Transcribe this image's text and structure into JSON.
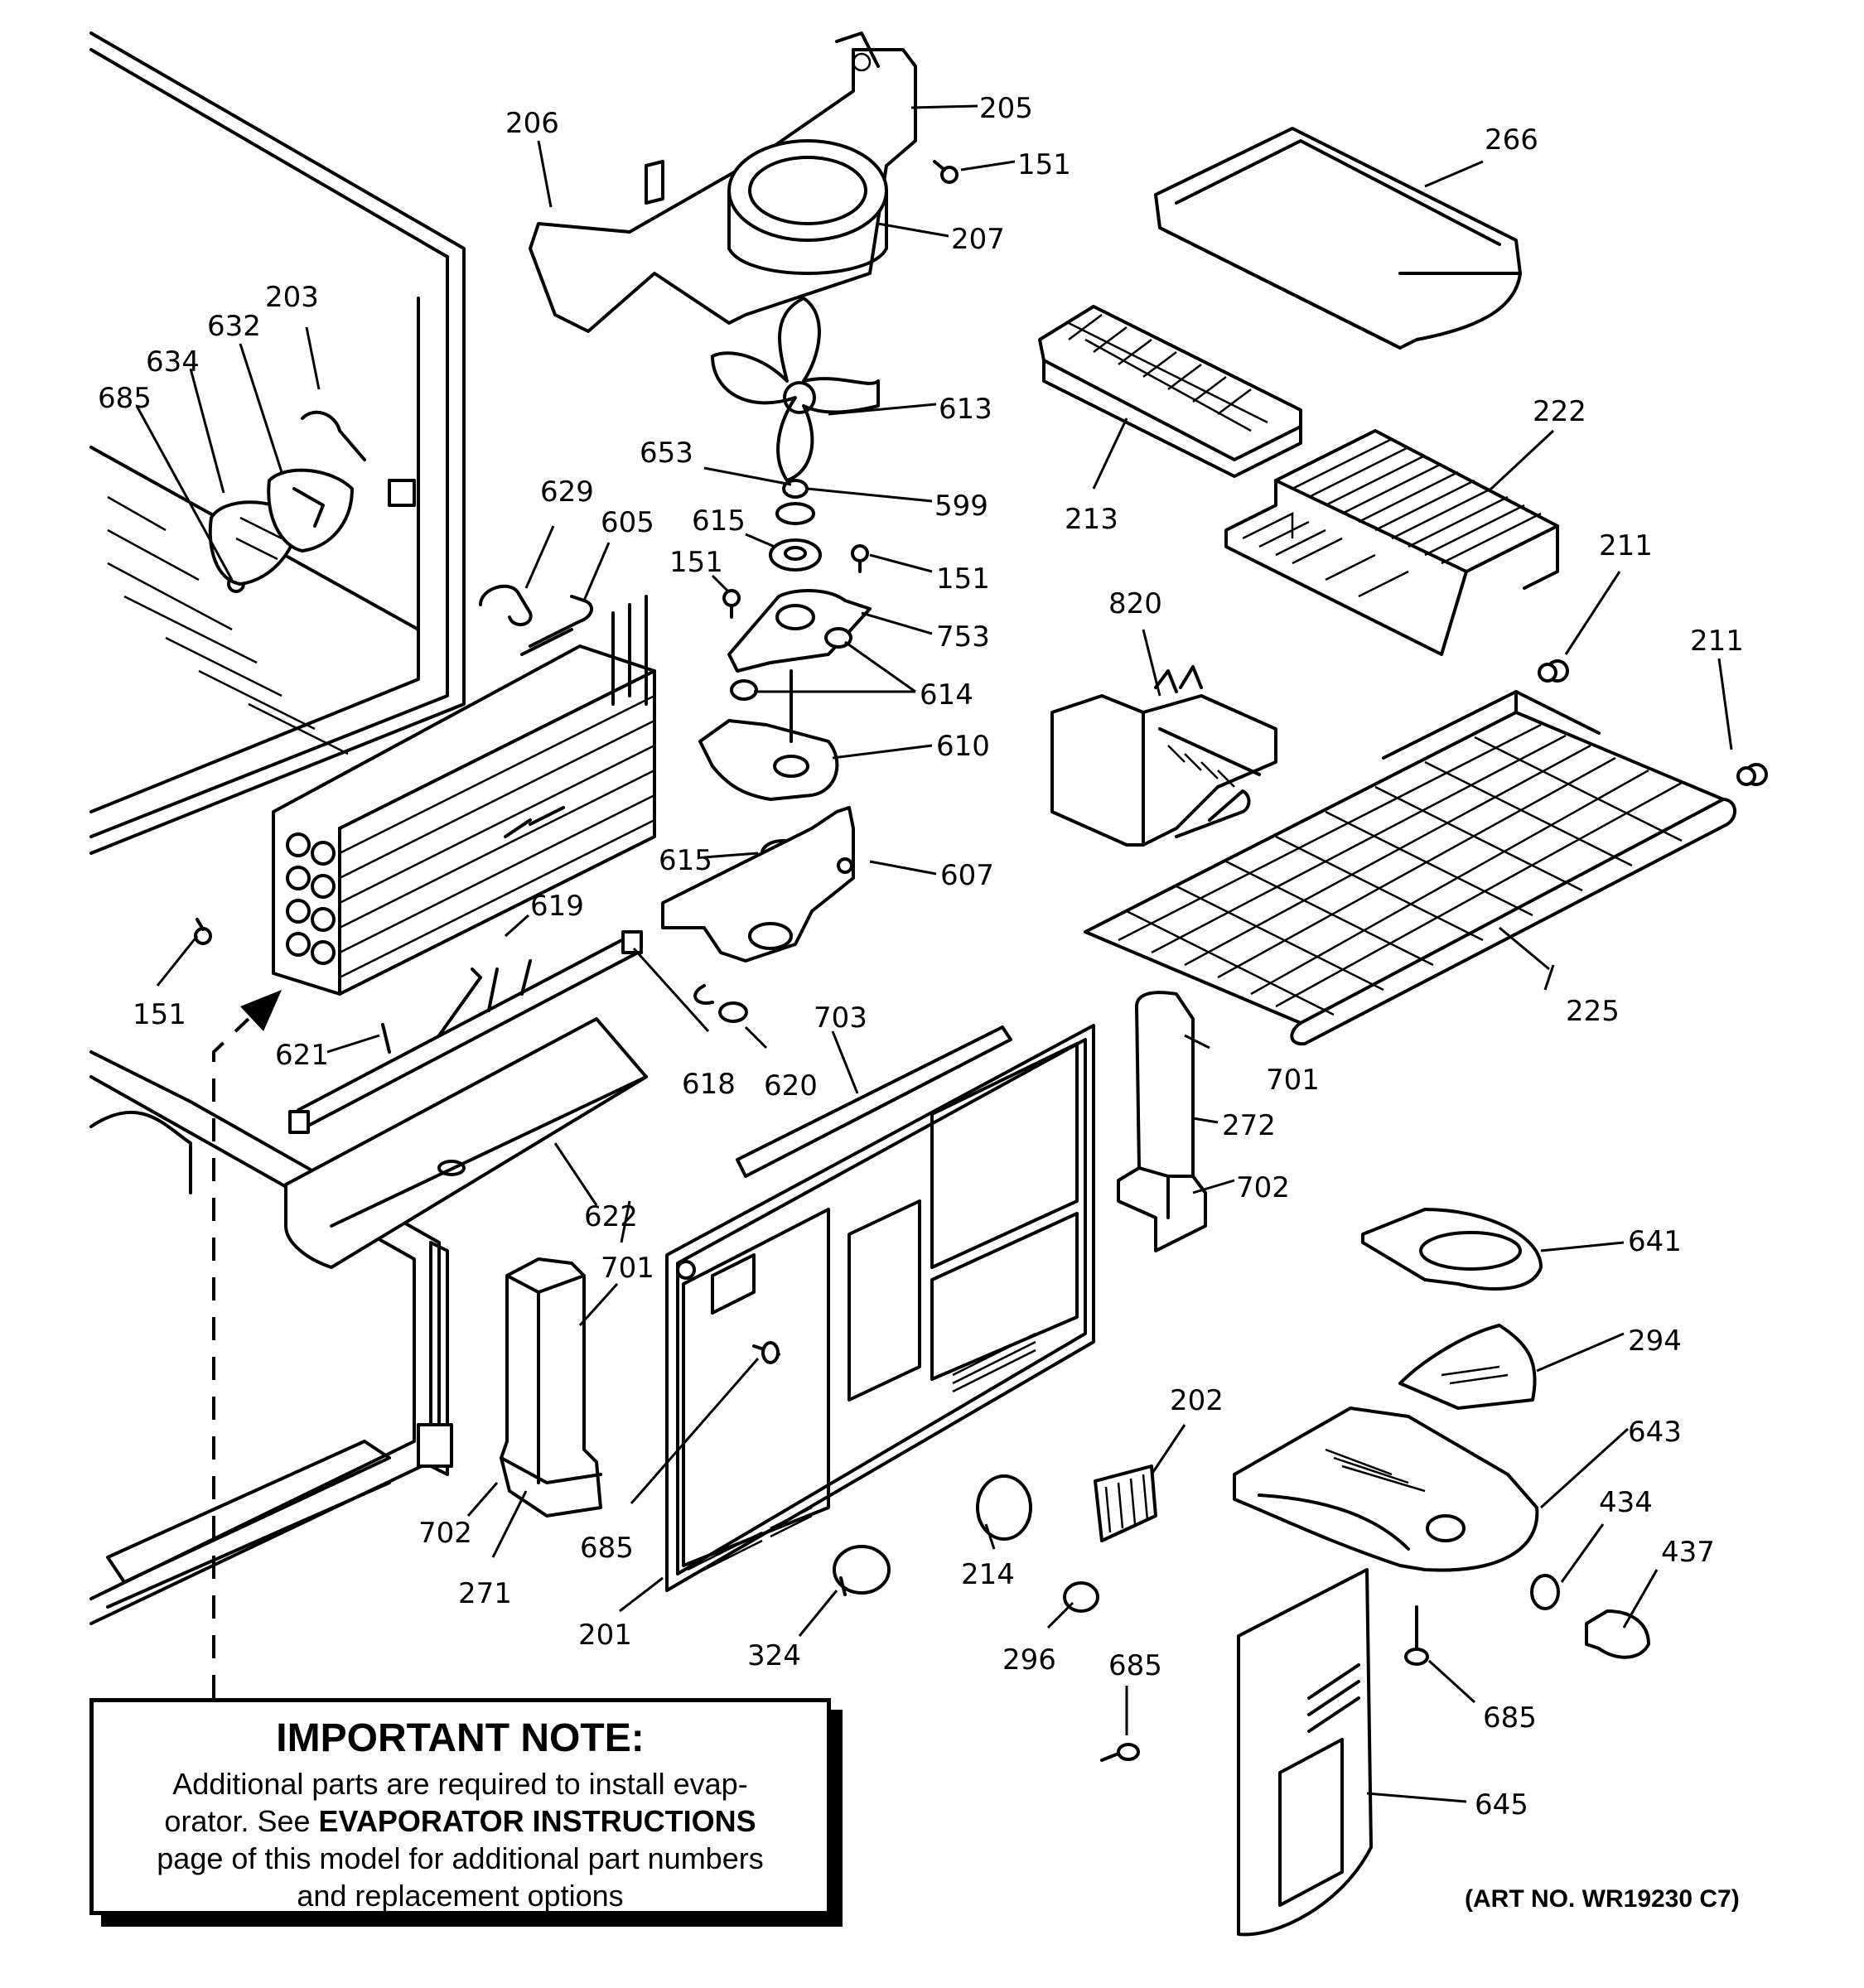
{
  "labels": {
    "l205": "205",
    "l206": "206",
    "l207": "207",
    "l151a": "151",
    "l266": "266",
    "l203": "203",
    "l632": "632",
    "l634": "634",
    "l685a": "685",
    "l613": "613",
    "l653": "653",
    "l599": "599",
    "l615a": "615",
    "l151b": "151",
    "l151c": "151",
    "l629": "629",
    "l605": "605",
    "l753": "753",
    "l614": "614",
    "l610": "610",
    "l213": "213",
    "l222": "222",
    "l211a": "211",
    "l211b": "211",
    "l820": "820",
    "l615b": "615",
    "l607": "607",
    "l619": "619",
    "l151d": "151",
    "l621": "621",
    "l618": "618",
    "l620": "620",
    "l703": "703",
    "l701a": "701",
    "l272": "272",
    "l702a": "702",
    "l225": "225",
    "l622": "622",
    "l701b": "701",
    "l641": "641",
    "l294": "294",
    "l643": "643",
    "l202": "202",
    "l434": "434",
    "l437": "437",
    "l702b": "702",
    "l685b": "685",
    "l271": "271",
    "l214": "214",
    "l201": "201",
    "l324": "324",
    "l296": "296",
    "l685c": "685",
    "l685d": "685",
    "l645": "645"
  },
  "note": {
    "title": "IMPORTANT NOTE:",
    "line1": "Additional parts are required to install evap-",
    "line2a": "orator.  See ",
    "line2b": "EVAPORATOR INSTRUCTIONS",
    "line3": "page of this model for additional part numbers",
    "line4": "and replacement options"
  },
  "art_number": "(ART NO. WR19230 C7)"
}
